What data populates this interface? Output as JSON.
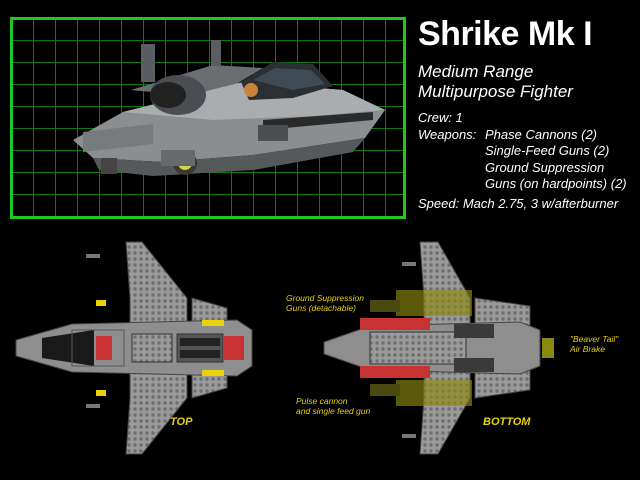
{
  "title": "Shrike Mk I",
  "subtitle_line1": "Medium Range",
  "subtitle_line2": "Multipurpose Fighter",
  "crew": "Crew: 1",
  "weapons_label": "Weapons:",
  "weapons": [
    "Phase Cannons (2)",
    "Single-Feed Guns (2)",
    "Ground  Suppression",
    "Guns (on hardpoints) (2)"
  ],
  "speed": "Speed: Mach 2.75, 3 w/afterburner",
  "top_view_caption": "TOP",
  "bottom_view_caption": "BOTTOM",
  "annotations": {
    "ground_suppression_1": "Ground Suppression",
    "ground_suppression_2": "Guns (detachable)",
    "beaver_tail_1": "\"Beaver Tail\"",
    "beaver_tail_2": "Air Brake",
    "pulse_cannon_1": "Pulse cannon",
    "pulse_cannon_2": "and single feed gun"
  },
  "colors": {
    "grid_border": "#1ec81e",
    "grid_line": "#0d7a0d",
    "annotation": "#e8d20a",
    "hull_gray": "#8c8c8c",
    "accent_red": "#c83232"
  },
  "icons": [
    "shrike-photo-icon",
    "top-blueprint-icon",
    "bottom-blueprint-icon"
  ]
}
